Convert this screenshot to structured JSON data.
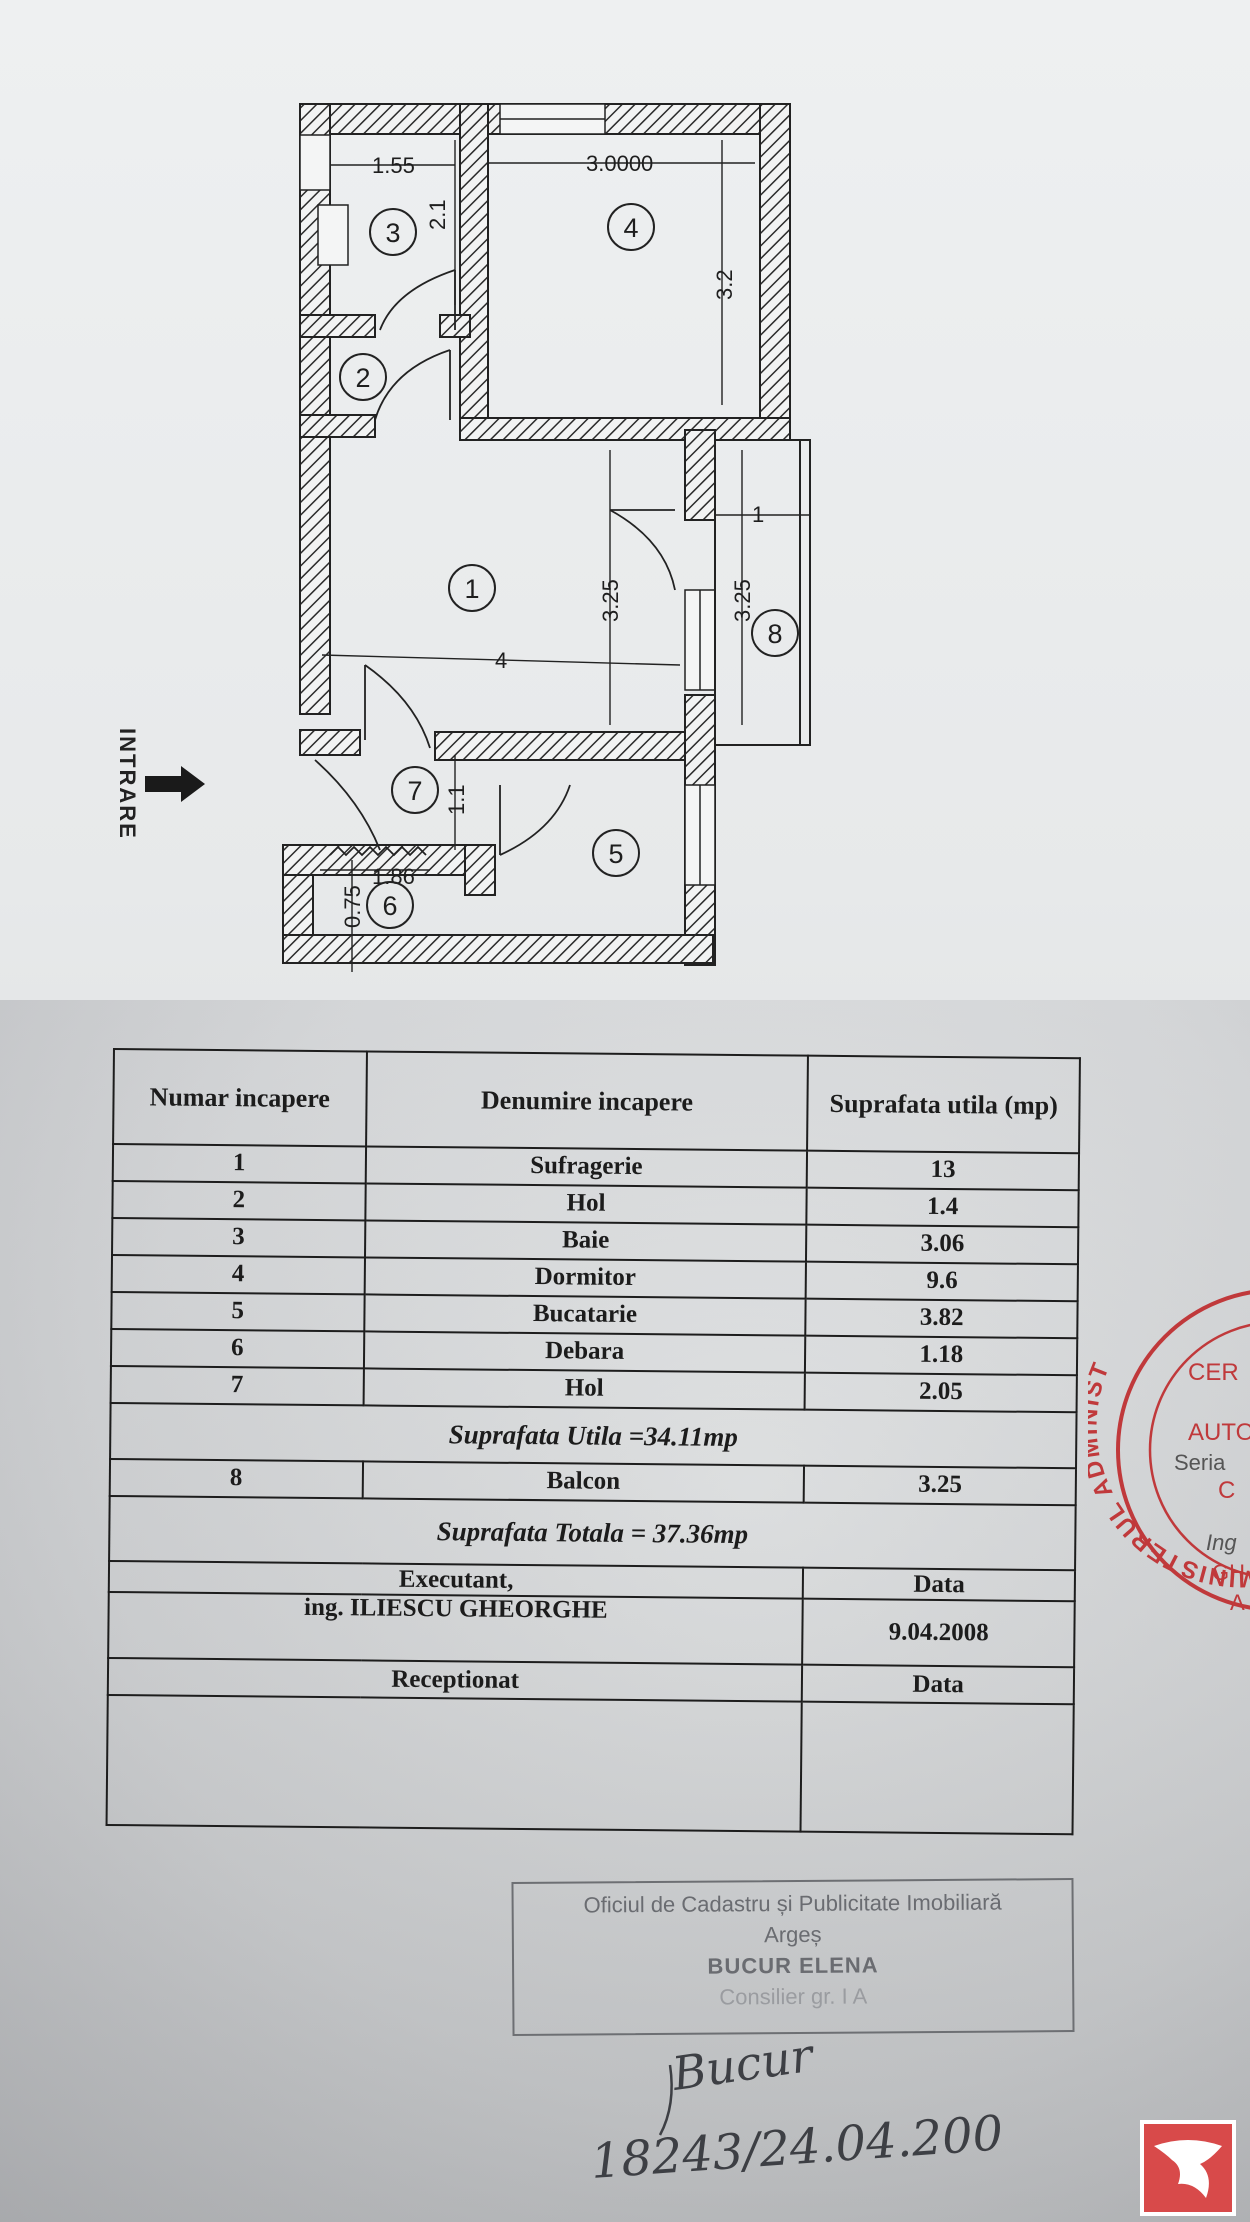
{
  "plan": {
    "dims": {
      "d155": "1.55",
      "d3": "3.0000",
      "d21": "2.1",
      "d32": "3.2",
      "d325a": "3.25",
      "d325b": "3.25",
      "d1": "1",
      "d4": "4",
      "d11": "1.1",
      "d186": "1.86",
      "d075": "0.75"
    },
    "rooms": [
      "1",
      "2",
      "3",
      "4",
      "5",
      "6",
      "7",
      "8"
    ],
    "entrance_label": "INTRARE"
  },
  "table": {
    "headers": {
      "number": "Numar incapere",
      "name": "Denumire incapere",
      "area": "Suprafata utila (mp)"
    },
    "rows": [
      {
        "no": "1",
        "name": "Sufragerie",
        "area": "13"
      },
      {
        "no": "2",
        "name": "Hol",
        "area": "1.4"
      },
      {
        "no": "3",
        "name": "Baie",
        "area": "3.06"
      },
      {
        "no": "4",
        "name": "Dormitor",
        "area": "9.6"
      },
      {
        "no": "5",
        "name": "Bucatarie",
        "area": "3.82"
      },
      {
        "no": "6",
        "name": "Debara",
        "area": "1.18"
      },
      {
        "no": "7",
        "name": "Hol",
        "area": "2.05"
      }
    ],
    "useful_total": "Suprafata Utila =34.11mp",
    "balcony": {
      "no": "8",
      "name": "Balcon",
      "area": "3.25"
    },
    "total": "Suprafata Totala = 37.36mp",
    "executant_label": "Executant,",
    "executant_name": "ing. ILIESCU GHEORGHE",
    "date_label": "Data",
    "date_value": "9.04.2008",
    "received_label": "Receptionat",
    "received_date_label": "Data"
  },
  "office_stamp": {
    "line1": "Oficiul de Cadastru și Publicitate Imobiliară",
    "line2": "Argeș",
    "line3": "BUCUR ELENA",
    "line4": "Consilier gr. I A"
  },
  "seal": {
    "arc": "MINISTERUL ADMINIST",
    "line_a": "CER",
    "line_b": "AUTO",
    "line_c": "Seria",
    "line_d": "C",
    "line_e": "Ing",
    "line_f": "GH",
    "line_g": "A"
  },
  "handwriting": {
    "signature": "Bucur",
    "registration": "18243/24.04.2008"
  },
  "colors": {
    "seal_red": "#c0393b",
    "logo_red": "#d84a4a",
    "stamp_gray": "#6a6c71"
  }
}
